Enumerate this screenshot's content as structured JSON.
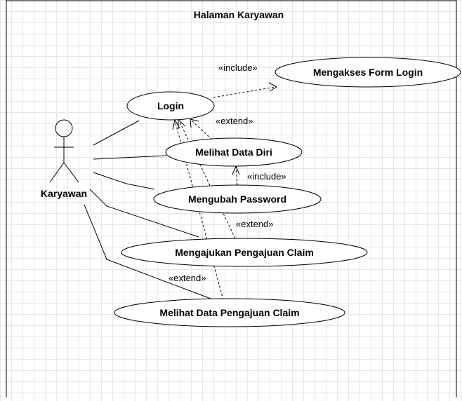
{
  "diagram": {
    "title": "Halaman Karyawan",
    "actor": {
      "name": "Karyawan",
      "icon": "stick-figure-icon"
    },
    "use_cases": {
      "mengakses_form_login": "Mengakses Form Login",
      "login": "Login",
      "melihat_data_diri": "Melihat Data Diri",
      "mengubah_password": "Mengubah Password",
      "mengajukan_pengajuan_claim": "Mengajukan Pengajuan Claim",
      "melihat_data_pengajuan_claim": "Melihat Data Pengajuan Claim"
    },
    "stereotypes": {
      "include_login_form": "«include»",
      "extend_data_diri": "«extend»",
      "include_password": "«include»",
      "extend_claim": "«extend»",
      "extend_data_claim": "«extend»"
    },
    "relationships": [
      {
        "type": "association",
        "from": "Karyawan",
        "to": "Login"
      },
      {
        "type": "association",
        "from": "Karyawan",
        "to": "Melihat Data Diri"
      },
      {
        "type": "association",
        "from": "Karyawan",
        "to": "Mengubah Password"
      },
      {
        "type": "association",
        "from": "Karyawan",
        "to": "Mengajukan Pengajuan Claim"
      },
      {
        "type": "association",
        "from": "Karyawan",
        "to": "Melihat Data Pengajuan Claim"
      },
      {
        "type": "include",
        "from": "Login",
        "to": "Mengakses Form Login"
      },
      {
        "type": "extend",
        "from": "Melihat Data Diri",
        "to": "Login"
      },
      {
        "type": "include",
        "from": "Mengubah Password",
        "to": "Melihat Data Diri"
      },
      {
        "type": "extend",
        "from": "Mengajukan Pengajuan Claim",
        "to": "Login"
      },
      {
        "type": "extend",
        "from": "Melihat Data Pengajuan Claim",
        "to": "Login"
      }
    ],
    "colors": {
      "line": "#000000",
      "fill": "#ffffff",
      "grid": "#e6e6e6"
    }
  }
}
